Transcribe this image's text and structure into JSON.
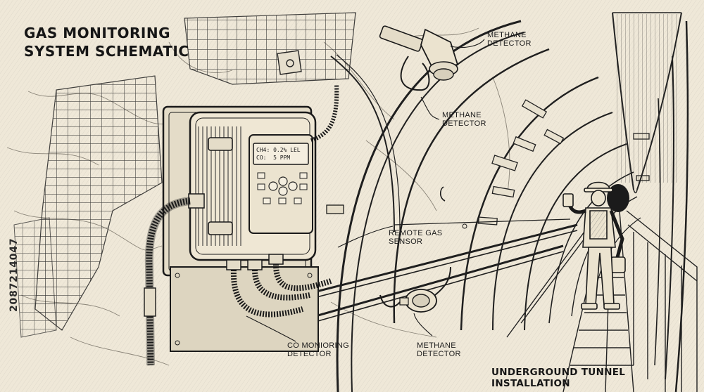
{
  "title": {
    "line1": "GAS MONITORING",
    "line2": "SYSTEM SCHEMATIC"
  },
  "footer": "UNDERGROUND TUNNEL INSTALLATION",
  "watermark": "2087214047",
  "display": {
    "line1": "CH4: 0.2% LEL",
    "line2": "CO:  5 PPM"
  },
  "labels": {
    "methane_top": {
      "line1": "METHANE",
      "line2": "DETECTOR"
    },
    "methane_mid": {
      "line1": "METHANE",
      "line2": "DETECTOR"
    },
    "remote": {
      "line1": "REMOTE GAS",
      "line2": "SENSOR"
    },
    "co": {
      "line1": "CO MONIORING",
      "line2": "DETECTOR"
    },
    "methane_bottom": {
      "line1": "METHANE",
      "line2": "DETECTOR"
    }
  },
  "icons": {
    "controller": "gas-controller-panel-icon",
    "detector": "dome-detector-icon",
    "sensor": "inline-gas-sensor-icon",
    "worker": "worker-with-handheld-meter-icon"
  },
  "colors": {
    "paper": "#efe8d8",
    "ink": "#1b1b1b"
  }
}
